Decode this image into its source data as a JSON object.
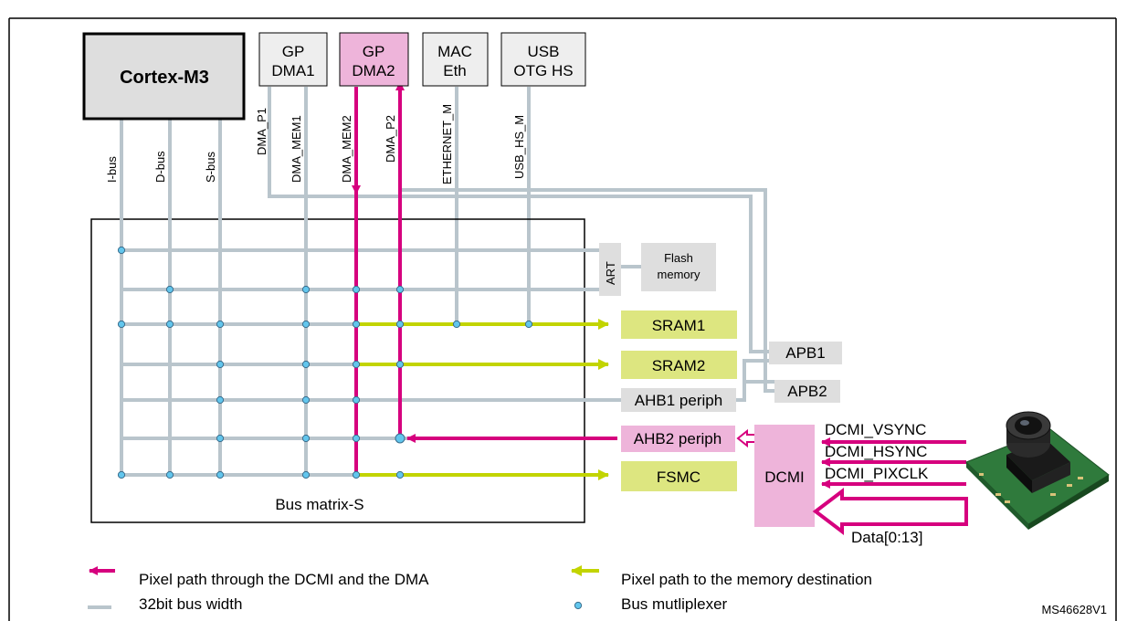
{
  "header_title": "DCMI and DMA in STM32F2 microcontrollers",
  "masters": {
    "cpu": "Cortex-M3",
    "dma1_l1": "GP",
    "dma1_l2": "DMA1",
    "dma2_l1": "GP",
    "dma2_l2": "DMA2",
    "mac_l1": "MAC",
    "mac_l2": "Eth",
    "usb_l1": "USB",
    "usb_l2": "OTG HS"
  },
  "buses": {
    "ibus": "I-bus",
    "dbus": "D-bus",
    "sbus": "S-bus",
    "dma_p1": "DMA_P1",
    "dma_mem1": "DMA_MEM1",
    "dma_mem2": "DMA_MEM2",
    "dma_p2": "DMA_P2",
    "ethernet_m": "ETHERNET_M",
    "usb_hs_m": "USB_HS_M"
  },
  "matrix_label": "Bus matrix-S",
  "slaves": {
    "art": "ART",
    "flash_l1": "Flash",
    "flash_l2": "memory",
    "sram1": "SRAM1",
    "sram2": "SRAM2",
    "ahb1": "AHB1 periph",
    "ahb2": "AHB2 periph",
    "fsmc": "FSMC",
    "apb1": "APB1",
    "apb2": "APB2"
  },
  "dcmi": {
    "block": "DCMI",
    "vsync": "DCMI_VSYNC",
    "hsync": "DCMI_HSYNC",
    "pixclk": "DCMI_PIXCLK",
    "data": "Data[0:13]"
  },
  "legend": {
    "dcmi_path": "Pixel path through the DCMI and the DMA",
    "mem_path": "Pixel path to the memory destination",
    "bus_width": "32bit bus width",
    "mux": "Bus mutliplexer"
  },
  "footer_code": "MS46628V1",
  "colors": {
    "bus_gray": "#b9c5cc",
    "magenta": "#d6007e",
    "lime": "#c2d400",
    "pink_fill": "#eeb4da",
    "lime_fill": "#dde680",
    "gray_fill": "#dedede",
    "node_fill": "#62c6ed"
  }
}
